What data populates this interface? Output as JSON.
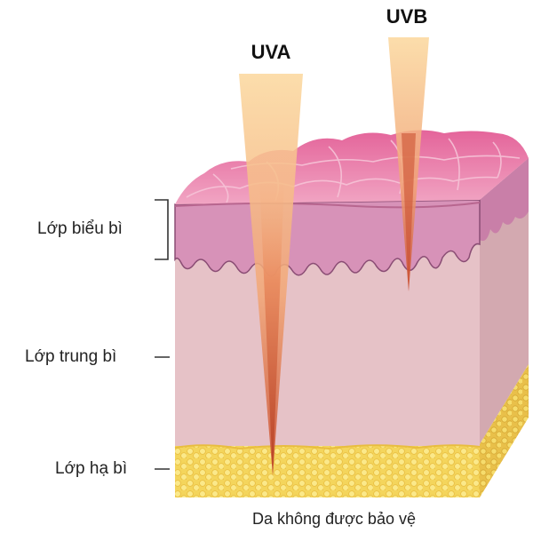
{
  "rays": {
    "uva": "UVA",
    "uvb": "UVB"
  },
  "layers": {
    "epidermis": "Lớp biểu bì",
    "dermis": "Lớp trung bì",
    "hypodermis": "Lớp hạ bì"
  },
  "caption": "Da không được bảo vệ",
  "colors": {
    "epidermis_top": "#e27aa1",
    "epidermis_front": "#d792b8",
    "dermis_front": "#e6c2c7",
    "dermis_side": "#d3a9b0",
    "fat": "#f4d55c",
    "ray_outer": "#f9cf8c",
    "ray_inner": "#c84a2c"
  }
}
